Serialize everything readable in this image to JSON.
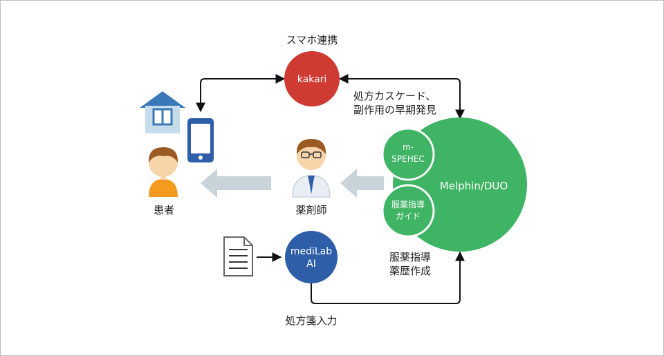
{
  "nodes": {
    "kakari": {
      "top_label": "スマホ連携",
      "label": "kakari"
    },
    "patient": {
      "label": "患者"
    },
    "pharmacist": {
      "label": "薬剤師"
    },
    "medilab": {
      "label_line1": "mediLab",
      "label_line2": "AI",
      "bottom_label": "処方箋入力"
    },
    "melphin": {
      "label": "Melphin/DUO"
    },
    "mspehec": {
      "label_line1": "m-",
      "label_line2": "SPEHEC"
    },
    "guide": {
      "label_line1": "服薬指導",
      "label_line2": "ガイド"
    }
  },
  "annotations": {
    "cascade_line1": "処方カスケード、",
    "cascade_line2": "副作用の早期発見",
    "counsel_line1": "服薬指導",
    "counsel_line2": "薬歴作成"
  },
  "colors": {
    "red": "#cf3a32",
    "green": "#3fb464",
    "blue": "#2f5ea8",
    "gray_arrow": "#c9d3da",
    "house_blue": "#3a78b8",
    "house_wall": "#c7dceb",
    "skin": "#f7d4aa",
    "hair": "#9a5a22",
    "shirt_orange": "#f39a1f"
  },
  "icons": [
    "house-icon",
    "smartphone-icon",
    "patient-icon",
    "pharmacist-icon",
    "document-icon"
  ]
}
